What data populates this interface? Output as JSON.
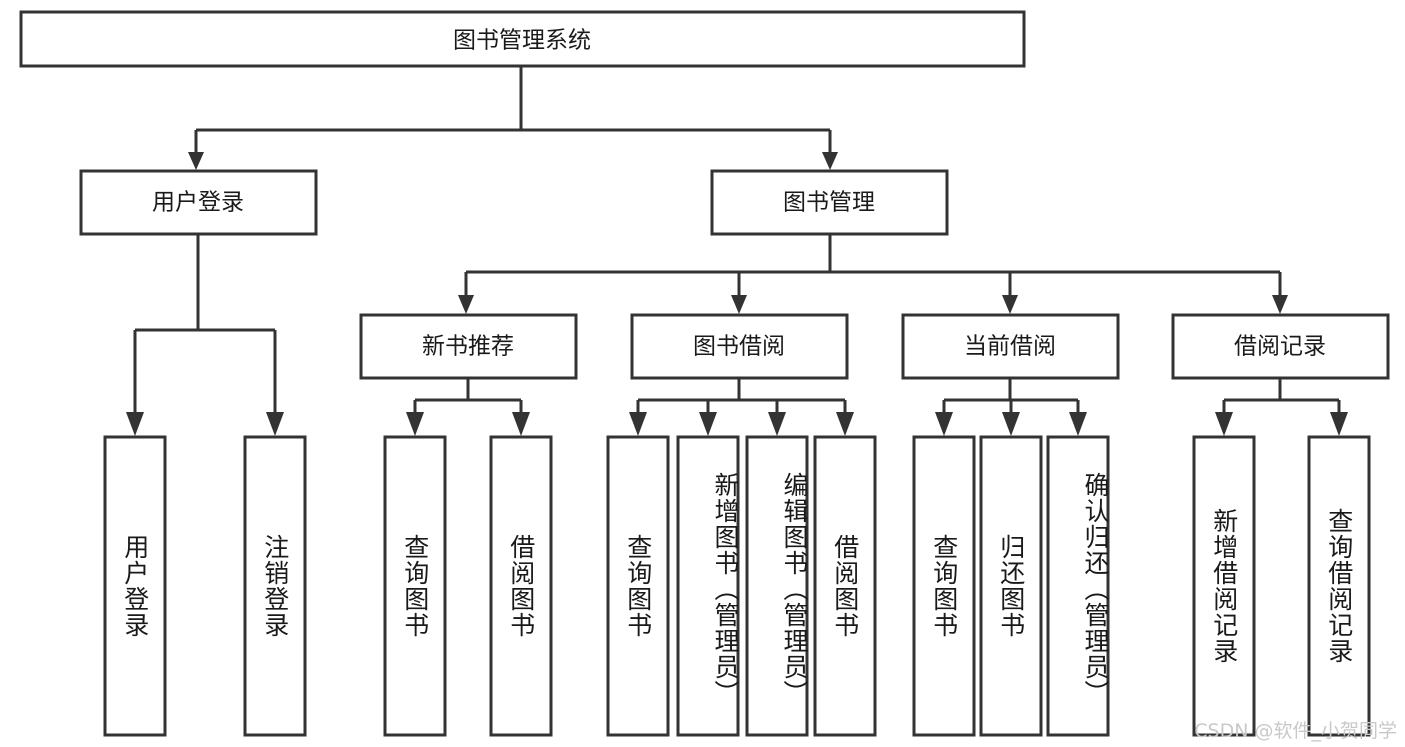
{
  "diagram": {
    "type": "tree",
    "title": "图书管理系统",
    "root": {
      "label": "图书管理系统"
    },
    "level2": [
      {
        "label": "用户登录"
      },
      {
        "label": "图书管理"
      }
    ],
    "level3": [
      {
        "label": "新书推荐"
      },
      {
        "label": "图书借阅"
      },
      {
        "label": "当前借阅"
      },
      {
        "label": "借阅记录"
      }
    ],
    "leaves": {
      "user_login": [
        {
          "label": "用户登录"
        },
        {
          "label": "注销登录"
        }
      ],
      "new_book": [
        {
          "label": "查询图书"
        },
        {
          "label": "借阅图书"
        }
      ],
      "book_borrow": [
        {
          "label": "查询图书"
        },
        {
          "label": "新增图书（管理员）"
        },
        {
          "label": "编辑图书（管理员）"
        },
        {
          "label": "借阅图书"
        }
      ],
      "current_borrow": [
        {
          "label": "查询图书"
        },
        {
          "label": "归还图书"
        },
        {
          "label": "确认归还（管理员）"
        }
      ],
      "borrow_record": [
        {
          "label": "新增借阅记录"
        },
        {
          "label": "查询借阅记录"
        }
      ]
    }
  },
  "watermark": {
    "text": "CSDN @软件_小贺同学"
  },
  "colors": {
    "stroke": "#333333",
    "fill": "#ffffff",
    "text": "#1a1a1a",
    "watermark": "#c9c9c9"
  }
}
